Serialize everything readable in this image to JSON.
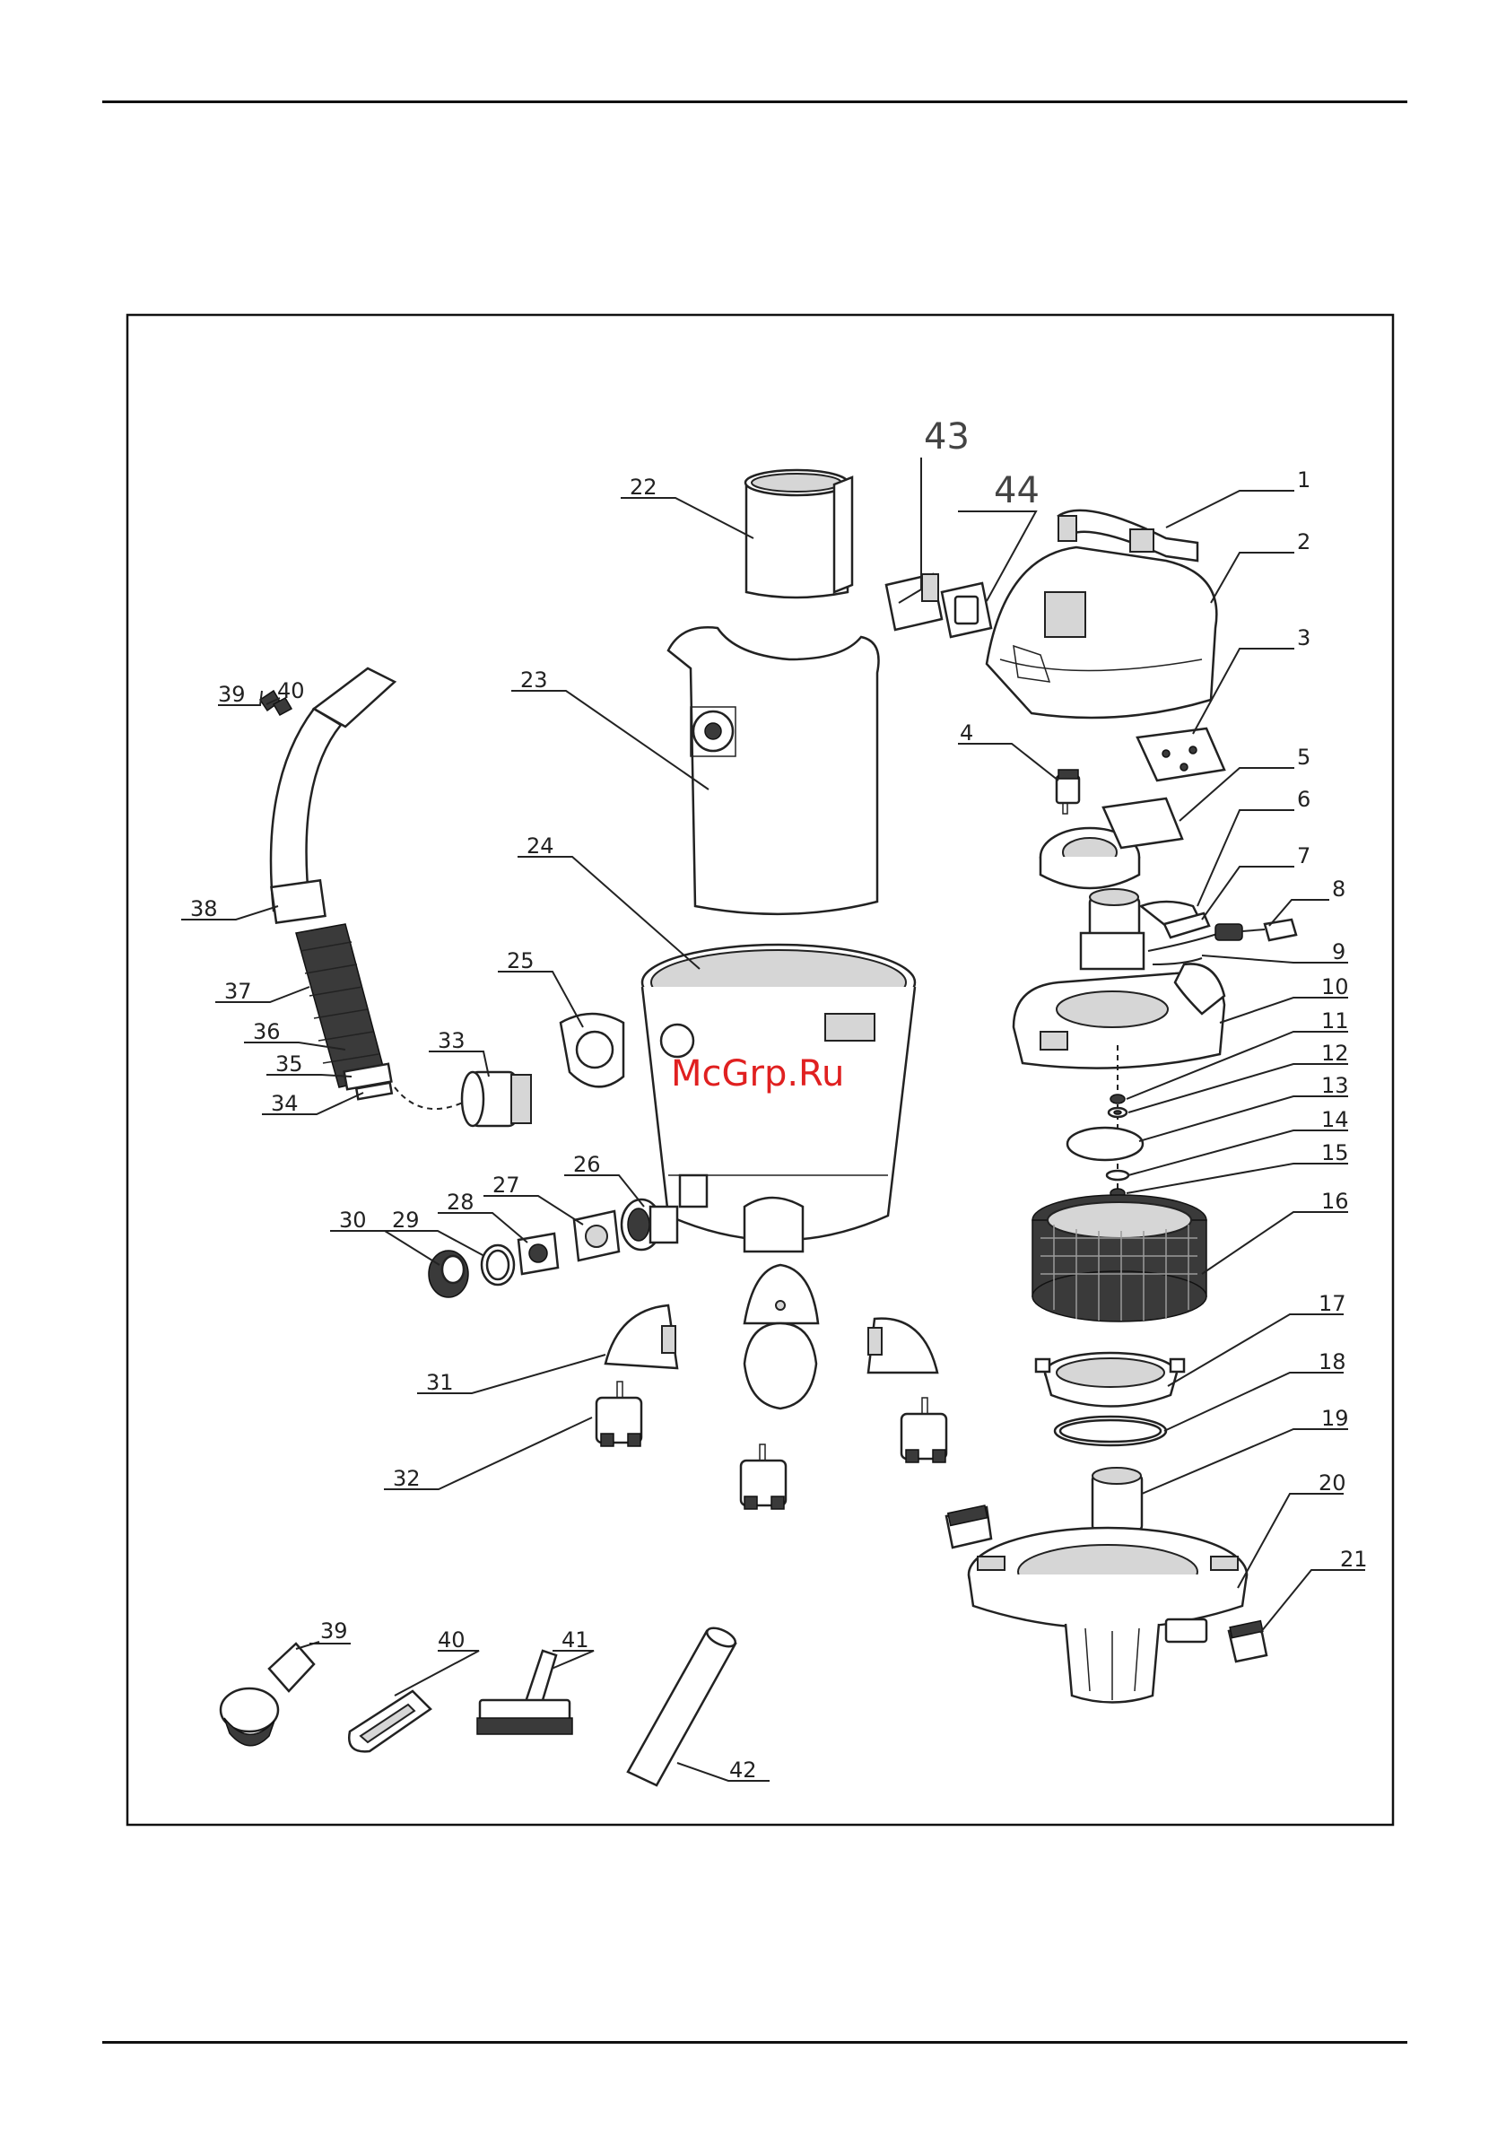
{
  "diagram": {
    "callouts": [
      "1",
      "2",
      "3",
      "4",
      "5",
      "6",
      "7",
      "8",
      "9",
      "10",
      "11",
      "12",
      "13",
      "14",
      "15",
      "16",
      "17",
      "18",
      "19",
      "20",
      "21",
      "22",
      "23",
      "24",
      "25",
      "26",
      "27",
      "28",
      "29",
      "30",
      "31",
      "32",
      "33",
      "34",
      "35",
      "36",
      "37",
      "38",
      "39",
      "40",
      "41",
      "42",
      "43",
      "44"
    ],
    "accessory_callouts": [
      "39",
      "40",
      "41",
      "42"
    ],
    "watermark": "McGrp.Ru"
  }
}
